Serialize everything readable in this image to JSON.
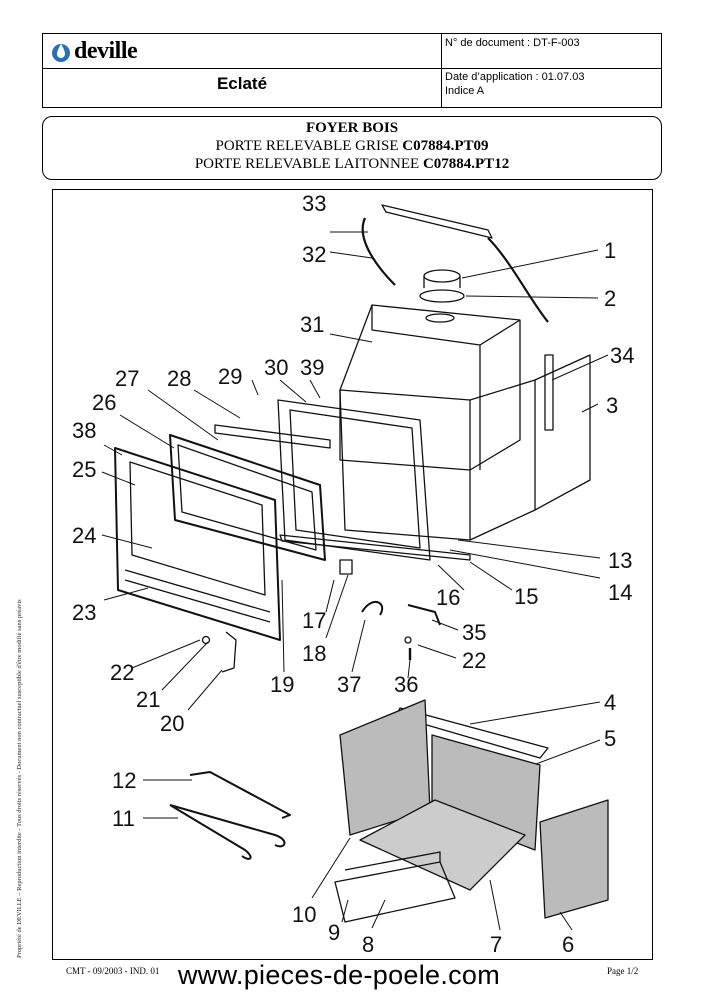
{
  "header": {
    "brand": "deville",
    "doc_number": "N° de document : DT-F-003",
    "section_title": "Eclaté",
    "date_application": "Date d’application : 01.07.03",
    "indice": "Indice A"
  },
  "title": {
    "line1": "FOYER BOIS",
    "line2_text": "PORTE RELEVABLE GRISE ",
    "line2_code": "C07884.PT09",
    "line3_text": "PORTE RELEVABLE LAITONNEE ",
    "line3_code": "C07884.PT12"
  },
  "part_numbers": [
    "33",
    "32",
    "1",
    "2",
    "31",
    "34",
    "3",
    "27",
    "28",
    "29",
    "30",
    "39",
    "26",
    "38",
    "25",
    "24",
    "13",
    "14",
    "16",
    "15",
    "23",
    "17",
    "18",
    "35",
    "22",
    "37",
    "36",
    "19",
    "21",
    "20",
    "4",
    "5",
    "12",
    "11",
    "10",
    "9",
    "8",
    "7",
    "6"
  ],
  "side_note": "Propriété de DEVILLE – Reproduction interdite - Tous droits réservés - Document non contractuel susceptible d'être modifié sans préavis",
  "footer": {
    "left": "CMT - 09/2003 - IND. 01",
    "url": "www.pieces-de-poele.com",
    "right": "Page 1/2"
  },
  "colors": {
    "brand_blue": "#2a6fb0"
  }
}
